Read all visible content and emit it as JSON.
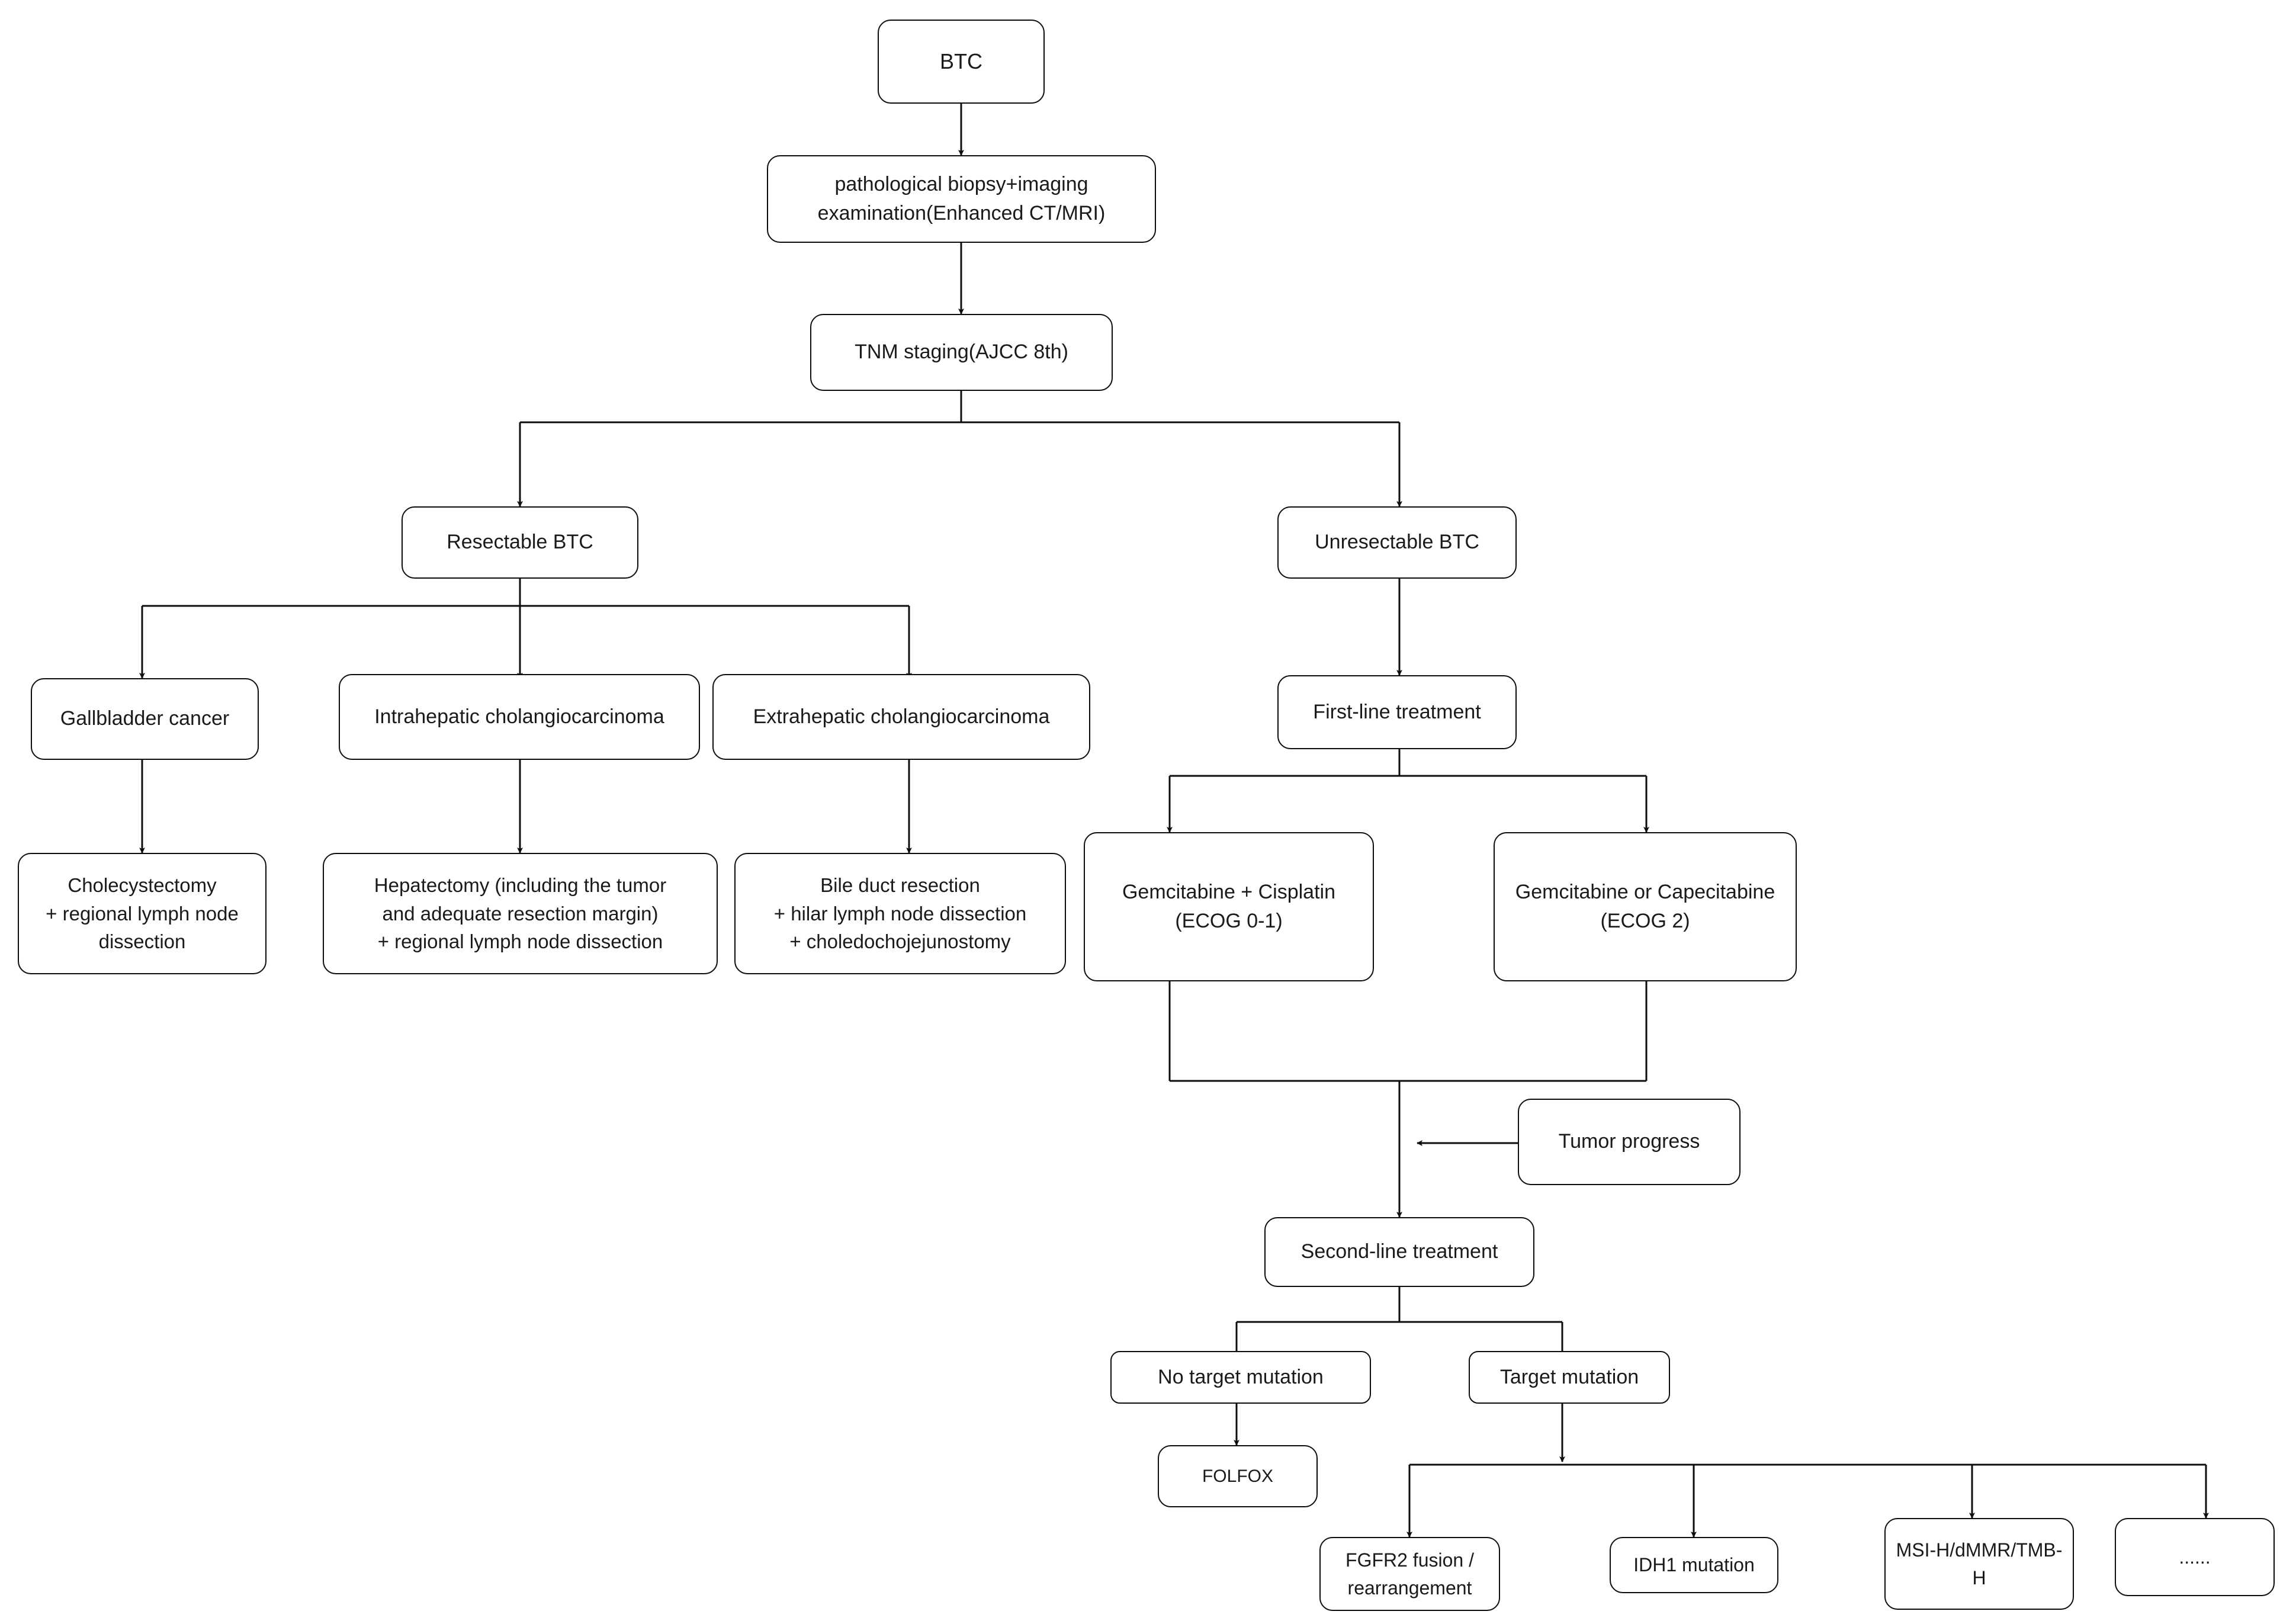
{
  "diagram": {
    "title": "BTC (Biliary Tract Cancer) diagnosis and treatment flowchart",
    "background_color": "#ffffff",
    "node_border_color": "#0d0d0d",
    "node_fill_color": "#ffffff",
    "edge_color": "#0d0d0d",
    "text_color": "#1a1a1a"
  },
  "nodes": {
    "btc": "BTC",
    "workup": "pathological biopsy+imaging\nexamination(Enhanced CT/MRI)",
    "staging": "TNM staging(AJCC 8th)",
    "resectable": "Resectable BTC",
    "unresectable": "Unresectable BTC",
    "gallbladder_cancer": "Gallbladder cancer",
    "intrahepatic_cca": "Intrahepatic cholangiocarcinoma",
    "extrahepatic_cca": "Extrahepatic cholangiocarcinoma",
    "cholecystectomy": "Cholecystectomy\n+ regional lymph node\ndissection",
    "hepatectomy": "Hepatectomy (including the tumor\nand adequate resection margin)\n+ regional lymph node dissection",
    "bile_duct_resection": "Bile duct resection\n+ hilar lymph node dissection\n+ choledochojejunostomy",
    "first_line": "First-line treatment",
    "gem_cis": "Gemcitabine + Cisplatin\n(ECOG 0-1)",
    "gem_cap": "Gemcitabine or Capecitabine\n(ECOG 2)",
    "tumor_progress": "Tumor progress",
    "second_line": "Second-line treatment",
    "no_target_mutation": "No target mutation",
    "target_mutation": "Target mutation",
    "folfox": "FOLFOX",
    "fgfr2": "FGFR2 fusion /\nrearrangement",
    "idh1": "IDH1 mutation",
    "msi": "MSI-H/dMMR/TMB-\nH",
    "ellipsis": "......"
  },
  "edges": [
    {
      "from": "btc",
      "to": "workup",
      "type": "arrow"
    },
    {
      "from": "workup",
      "to": "staging",
      "type": "arrow"
    },
    {
      "from": "staging",
      "to": "resectable",
      "type": "arrow"
    },
    {
      "from": "staging",
      "to": "unresectable",
      "type": "arrow"
    },
    {
      "from": "resectable",
      "to": "gallbladder_cancer",
      "type": "arrow"
    },
    {
      "from": "resectable",
      "to": "intrahepatic_cca",
      "type": "arrow"
    },
    {
      "from": "resectable",
      "to": "extrahepatic_cca",
      "type": "arrow"
    },
    {
      "from": "gallbladder_cancer",
      "to": "cholecystectomy",
      "type": "arrow"
    },
    {
      "from": "intrahepatic_cca",
      "to": "hepatectomy",
      "type": "arrow"
    },
    {
      "from": "extrahepatic_cca",
      "to": "bile_duct_resection",
      "type": "arrow"
    },
    {
      "from": "unresectable",
      "to": "first_line",
      "type": "arrow"
    },
    {
      "from": "first_line",
      "to": "gem_cis",
      "type": "arrow"
    },
    {
      "from": "first_line",
      "to": "gem_cap",
      "type": "arrow"
    },
    {
      "from": "gem_cis",
      "to": "second_line",
      "type": "arrow"
    },
    {
      "from": "gem_cap",
      "to": "second_line",
      "type": "arrow"
    },
    {
      "from": "tumor_progress",
      "to": "second_line",
      "type": "arrow-left"
    },
    {
      "from": "second_line",
      "to": "no_target_mutation",
      "type": "line"
    },
    {
      "from": "second_line",
      "to": "target_mutation",
      "type": "line"
    },
    {
      "from": "no_target_mutation",
      "to": "folfox",
      "type": "arrow"
    },
    {
      "from": "target_mutation",
      "to": "fgfr2",
      "type": "arrow"
    },
    {
      "from": "target_mutation",
      "to": "idh1",
      "type": "arrow"
    },
    {
      "from": "target_mutation",
      "to": "msi",
      "type": "arrow"
    },
    {
      "from": "target_mutation",
      "to": "ellipsis",
      "type": "arrow"
    }
  ]
}
